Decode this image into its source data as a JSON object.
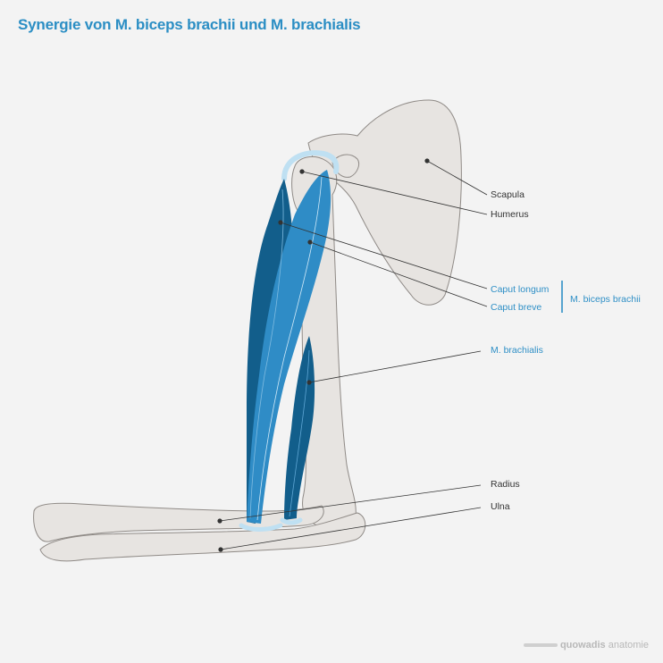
{
  "title": "Synergie von M. biceps brachii und M. brachialis",
  "labels": {
    "scapula": "Scapula",
    "humerus": "Humerus",
    "caput_longum": "Caput longum",
    "caput_breve": "Caput breve",
    "biceps_group": "M. biceps brachii",
    "brachialis": "M. brachialis",
    "radius": "Radius",
    "ulna": "Ulna"
  },
  "logo": {
    "brand": "quowadis",
    "suffix": "anatomie"
  },
  "colors": {
    "bone": "#e7e4e1",
    "bone_stroke": "#8f8a86",
    "muscle_dark": "#125e8b",
    "muscle_mid": "#2f8cc6",
    "tendon": "#bfe0f2",
    "accent_text": "#2e8fc6",
    "line": "#333333"
  }
}
